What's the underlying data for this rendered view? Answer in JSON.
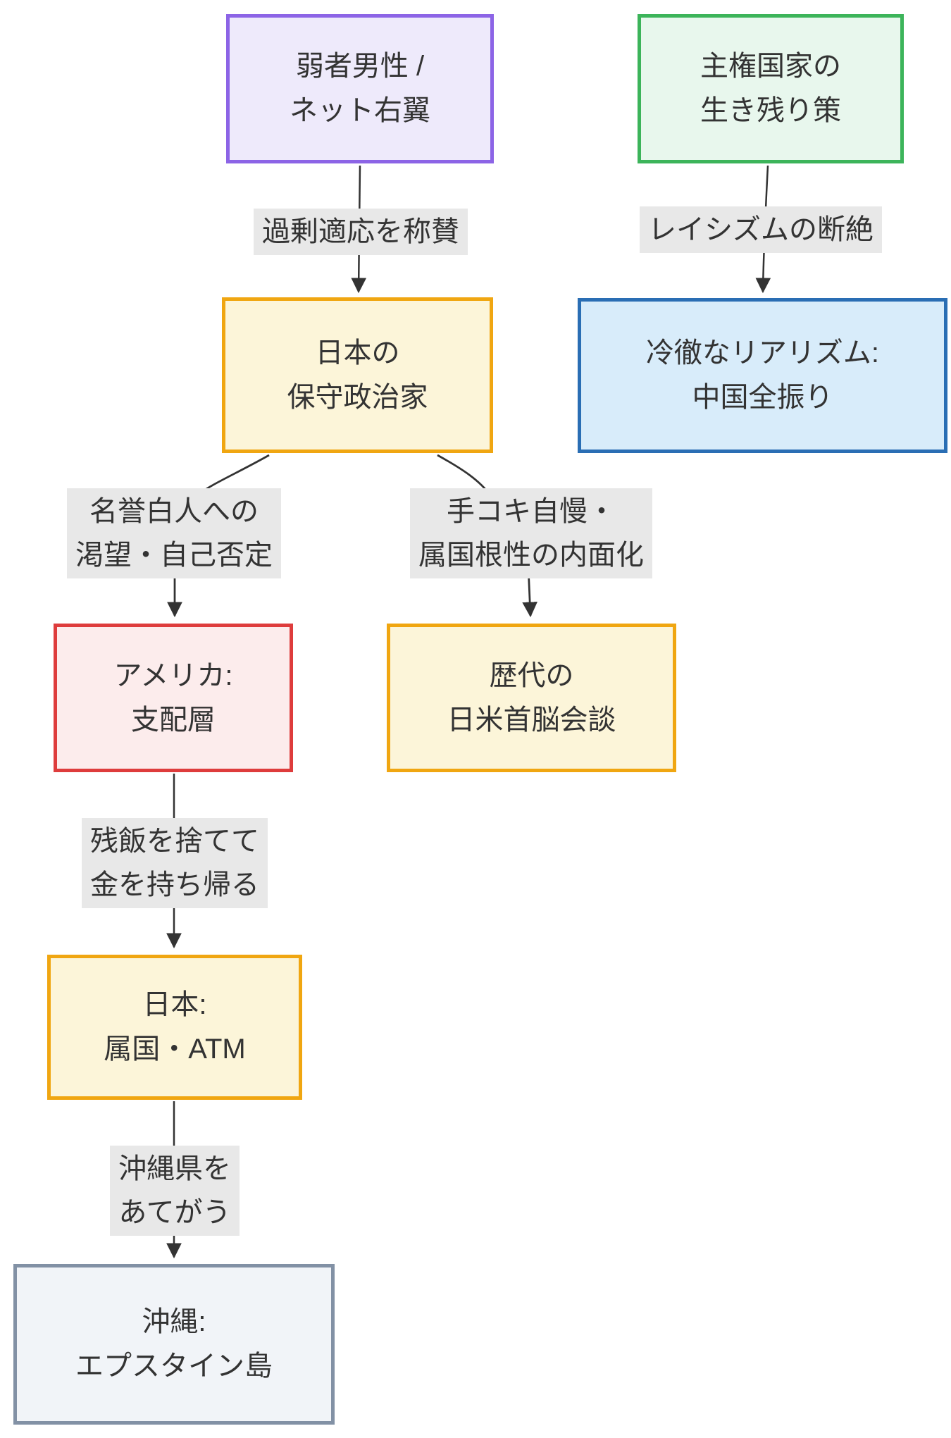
{
  "diagram": {
    "type": "flowchart",
    "direction": "top-down",
    "colors": {
      "text": "#333333",
      "edge_line": "#333333",
      "edge_label_bg": "#e8e8e8",
      "purple_border": "#8c64e6",
      "purple_fill": "#eeeafb",
      "green_border": "#3cb45a",
      "green_fill": "#e8f7ed",
      "yellow_border": "#f0a611",
      "yellow_fill": "#fcf5d9",
      "blue_border": "#2a6eb4",
      "blue_fill": "#d8ecfa",
      "red_border": "#de3c3c",
      "red_fill": "#fcecec",
      "gray_border": "#8291a5",
      "gray_fill": "#f1f4f8"
    },
    "nodes": [
      {
        "id": "A",
        "line1": "弱者男性 /",
        "line2": "ネット右翼",
        "color_role": "purple"
      },
      {
        "id": "B",
        "line1": "主権国家の",
        "line2": "生き残り策",
        "color_role": "green"
      },
      {
        "id": "C",
        "line1": "日本の",
        "line2": "保守政治家",
        "color_role": "yellow"
      },
      {
        "id": "D",
        "line1": "冷徹なリアリズム:",
        "line2": "中国全振り",
        "color_role": "blue"
      },
      {
        "id": "E",
        "line1": "アメリカ:",
        "line2": "支配層",
        "color_role": "red"
      },
      {
        "id": "F",
        "line1": "歴代の",
        "line2": "日米首脳会談",
        "color_role": "yellow"
      },
      {
        "id": "G",
        "line1": "日本:",
        "line2": "属国・ATM",
        "color_role": "yellow"
      },
      {
        "id": "H",
        "line1": "沖縄:",
        "line2": "エプスタイン島",
        "color_role": "gray"
      }
    ],
    "edges": [
      {
        "from": "A",
        "to": "C",
        "label_line1": "過剰適応を称賛"
      },
      {
        "from": "B",
        "to": "D",
        "label_line1": "レイシズムの断絶"
      },
      {
        "from": "C",
        "to": "E",
        "label_line1": "名誉白人への",
        "label_line2": "渇望・自己否定"
      },
      {
        "from": "C",
        "to": "F",
        "label_line1": "手コキ自慢・",
        "label_line2": "属国根性の内面化"
      },
      {
        "from": "E",
        "to": "G",
        "label_line1": "残飯を捨てて",
        "label_line2": "金を持ち帰る"
      },
      {
        "from": "G",
        "to": "H",
        "label_line1": "沖縄県を",
        "label_line2": "あてがう"
      }
    ]
  }
}
